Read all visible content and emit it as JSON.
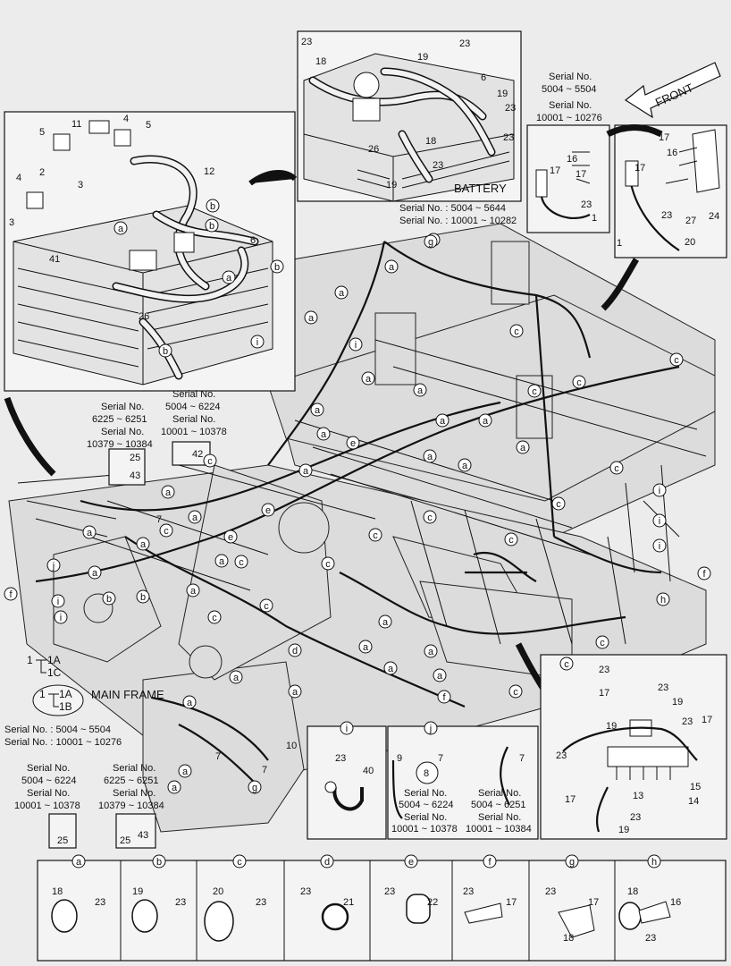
{
  "front_label": "FRONT",
  "battery_label": "BATTERY",
  "main_frame_label": "MAIN FRAME",
  "serials": {
    "battery_line1": "Serial No. : 5004 ~ 5644",
    "battery_line2": "Serial No. : 10001 ~ 10282",
    "topright_1": "Serial No.",
    "topright_2": "5004 ~ 5504",
    "topright_3": "Serial No.",
    "topright_4": "10001 ~ 10276",
    "mid_a1": "Serial No.",
    "mid_a2": "6225 ~ 6251",
    "mid_a3": "Serial No.",
    "mid_a4": "10379 ~ 10384",
    "mid_b1": "Serial No.",
    "mid_b2": "5004 ~ 6224",
    "mid_b3": "Serial No.",
    "mid_b4": "10001 ~ 10378",
    "left_1": "Serial No. : 5004 ~ 5504",
    "left_2": "Serial No. : 10001 ~ 10276",
    "bl_a1": "Serial No.",
    "bl_a2": "5004 ~ 6224",
    "bl_a3": "Serial No.",
    "bl_a4": "10001 ~ 10378",
    "bl_b1": "Serial No.",
    "bl_b2": "6225 ~ 6251",
    "bl_b3": "Serial No.",
    "bl_b4": "10379 ~ 10384",
    "j_a1": "Serial No.",
    "j_a2": "5004 ~ 6224",
    "j_a3": "Serial No.",
    "j_a4": "10001 ~ 10378",
    "j_b1": "Serial No.",
    "j_b2": "5004 ~ 6251",
    "j_b3": "Serial No.",
    "j_b4": "10001 ~ 10384"
  },
  "legend_1A1C": [
    "1",
    "1A",
    "1C"
  ],
  "legend_1A1B": [
    "1",
    "1A",
    "1B"
  ],
  "detail_letters": [
    "a",
    "b",
    "c",
    "d",
    "e",
    "f",
    "g",
    "h"
  ],
  "detail_i": "i",
  "detail_j": "j",
  "bottom_panels": [
    {
      "letter": "a",
      "parts": [
        "18",
        "23"
      ]
    },
    {
      "letter": "b",
      "parts": [
        "19",
        "23"
      ]
    },
    {
      "letter": "c",
      "parts": [
        "20",
        "23"
      ]
    },
    {
      "letter": "d",
      "parts": [
        "23",
        "21"
      ]
    },
    {
      "letter": "e",
      "parts": [
        "23",
        "22"
      ]
    },
    {
      "letter": "f",
      "parts": [
        "23",
        "17"
      ]
    },
    {
      "letter": "g",
      "parts": [
        "23",
        "17",
        "18"
      ]
    },
    {
      "letter": "h",
      "parts": [
        "18",
        "16",
        "23"
      ]
    }
  ],
  "part_numbers": {
    "battery_top": [
      "23",
      "18",
      "19",
      "23",
      "6",
      "19",
      "23",
      "23",
      "26",
      "18",
      "23",
      "19"
    ],
    "battery_left": [
      "11",
      "4",
      "5",
      "5",
      "2",
      "3",
      "4",
      "3",
      "12",
      "6",
      "41",
      "26"
    ],
    "topright": [
      "16",
      "17",
      "17",
      "23",
      "1",
      "17",
      "16",
      "17",
      "23",
      "27",
      "24",
      "1",
      "20"
    ],
    "misc": [
      "25",
      "43",
      "42",
      "7",
      "10",
      "7",
      "7",
      "25",
      "25",
      "43",
      "40",
      "23",
      "9",
      "8",
      "7",
      "7"
    ],
    "bottom_right": [
      "23",
      "17",
      "23",
      "19",
      "19",
      "23",
      "17",
      "23",
      "13",
      "15",
      "14",
      "17",
      "23",
      "19"
    ]
  }
}
